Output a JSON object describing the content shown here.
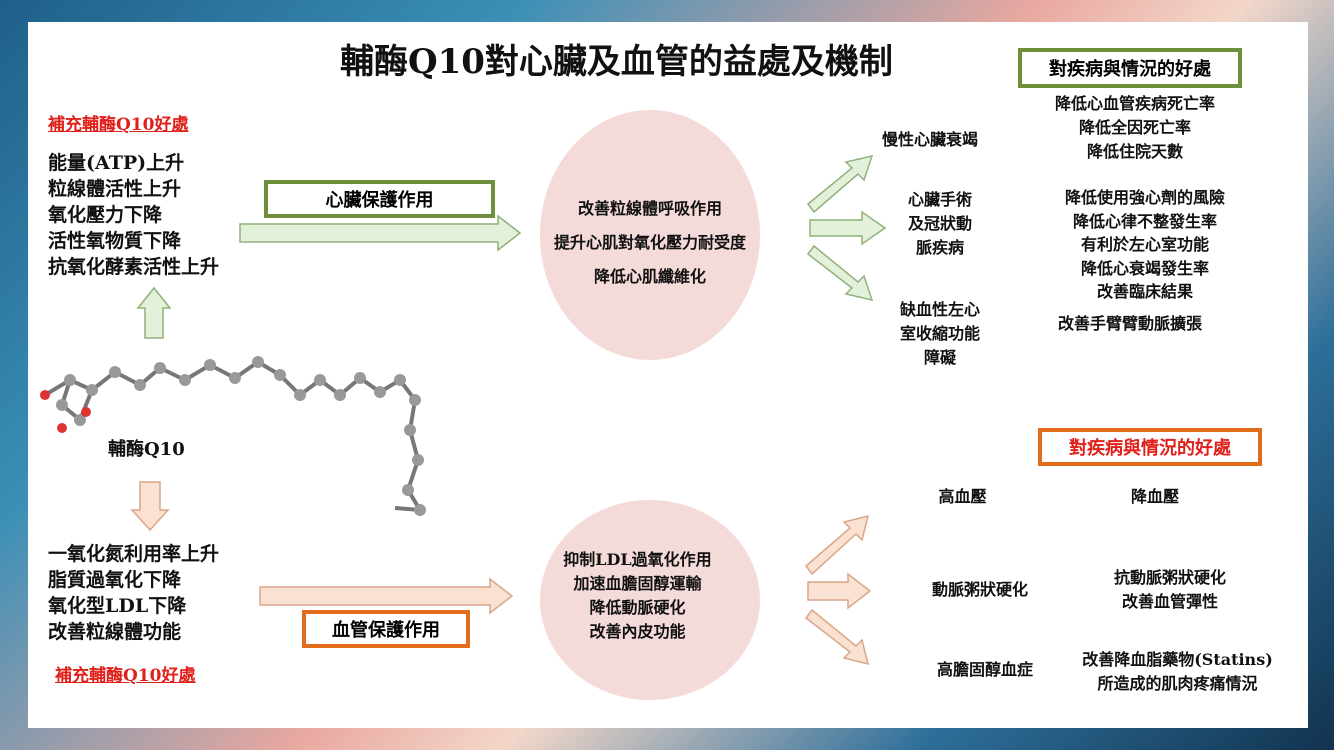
{
  "title": "輔酶Q10對心臟及血管的益處及機制",
  "top": {
    "supplement_label": "補充輔酶Q10好處",
    "benefits": [
      "能量(ATP)上升",
      "粒線體活性上升",
      "氧化壓力下降",
      "活性氧物質下降",
      "抗氧化酵素活性上升"
    ],
    "protection_label": "心臟保護作用",
    "mechanisms": [
      "改善粒線體呼吸作用",
      "提升心肌對氧化壓力耐受度",
      "降低心肌纖維化"
    ],
    "disease_header": "對疾病與情況的好處",
    "conditions": [
      {
        "name": [
          "慢性心臟衰竭"
        ],
        "effects": [
          "降低心血管疾病死亡率",
          "降低全因死亡率",
          "降低住院天數"
        ]
      },
      {
        "name": [
          "心臟手術",
          "及冠狀動",
          "脈疾病"
        ],
        "effects": [
          "降低使用強心劑的風險",
          "降低心律不整發生率",
          "有利於左心室功能",
          "降低心衰竭發生率",
          "改善臨床結果"
        ]
      },
      {
        "name": [
          "缺血性左心",
          "室收縮功能",
          "障礙"
        ],
        "effects": [
          "改善手臂臂動脈擴張"
        ]
      }
    ]
  },
  "molecule_label": "輔酶Q10",
  "bottom": {
    "supplement_label": "補充輔酶Q10好處",
    "benefits": [
      "一氧化氮利用率上升",
      "脂質過氧化下降",
      "氧化型LDL下降",
      "改善粒線體功能"
    ],
    "protection_label": "血管保護作用",
    "mechanisms": [
      "抑制LDL過氧化作用",
      "加速血膽固醇運輸",
      "降低動脈硬化",
      "改善內皮功能"
    ],
    "disease_header": "對疾病與情況的好處",
    "conditions": [
      {
        "name": [
          "高血壓"
        ],
        "effects": [
          "降血壓"
        ]
      },
      {
        "name": [
          "動脈粥狀硬化"
        ],
        "effects": [
          "抗動脈粥狀硬化",
          "改善血管彈性"
        ]
      },
      {
        "name": [
          "高膽固醇血症"
        ],
        "effects": [
          "改善降血脂藥物(Statins)",
          "所造成的肌肉疼痛情況"
        ]
      }
    ]
  },
  "colors": {
    "green": "#6f8f3c",
    "orange": "#e36c1c",
    "red": "#e0201a"
  }
}
